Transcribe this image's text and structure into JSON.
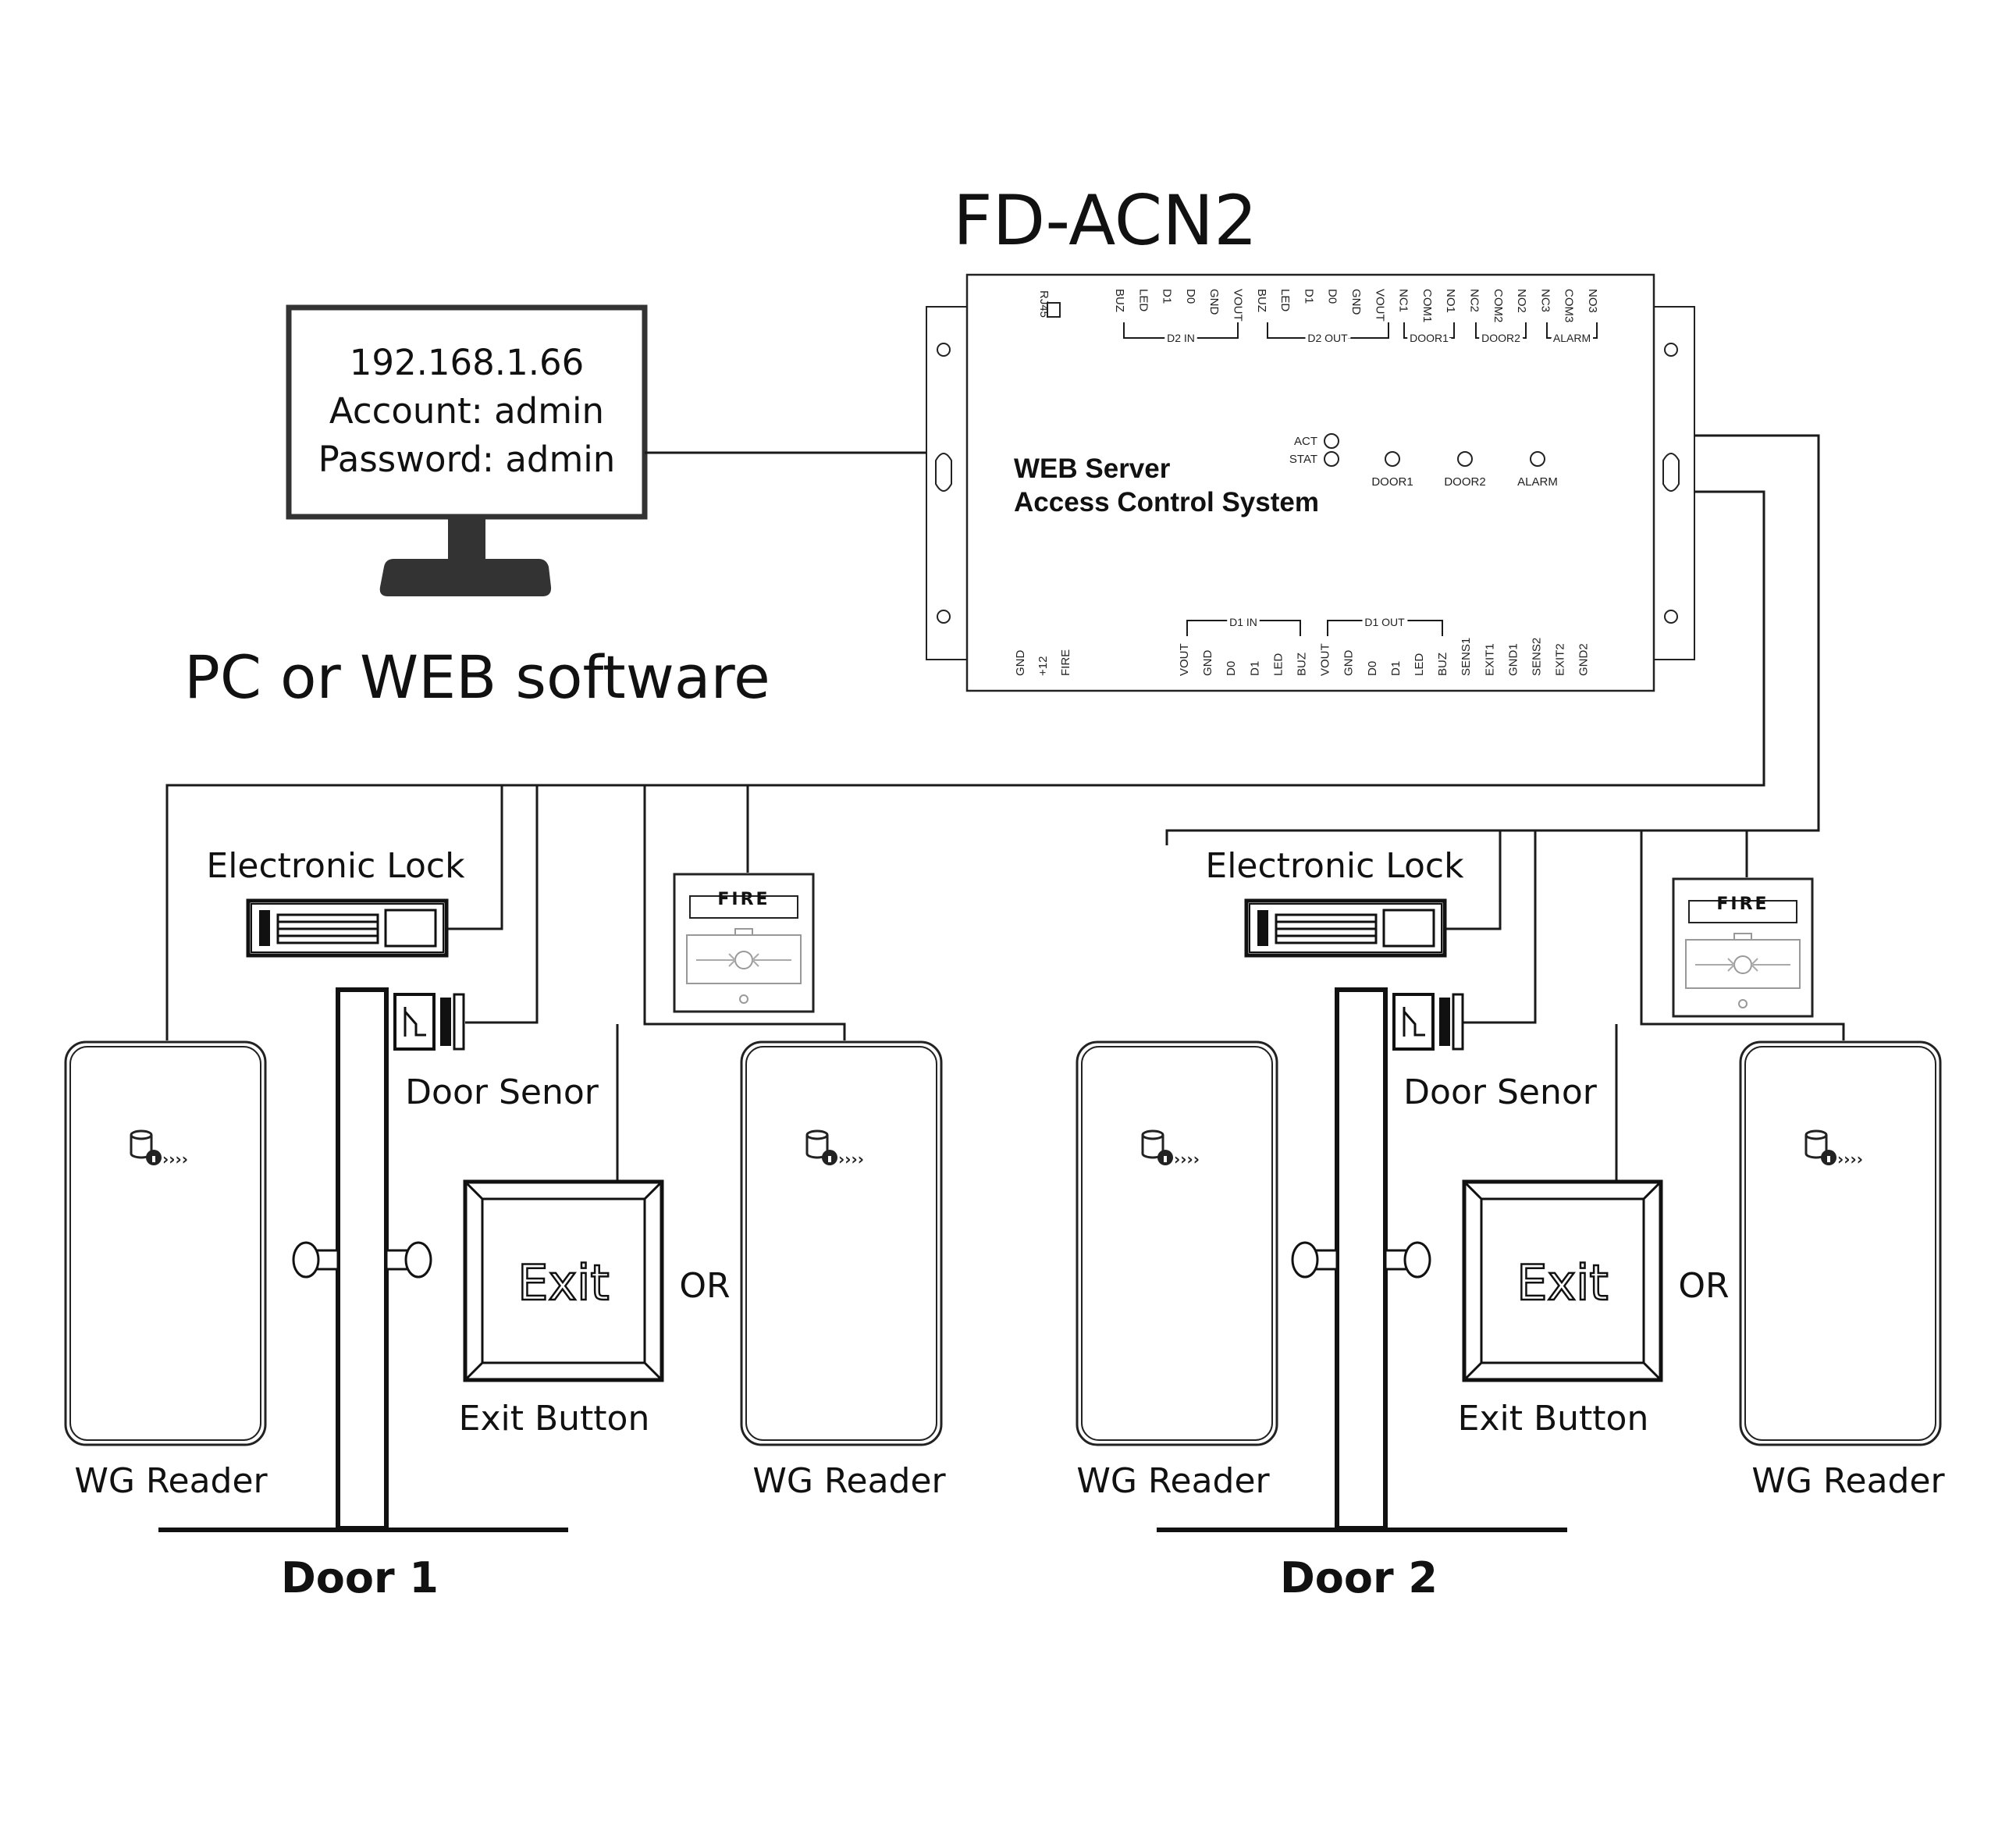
{
  "controller": {
    "model": "FD-ACN2",
    "subtitle_line1": "WEB Server",
    "subtitle_line2": "Access Control System",
    "rj45": "RJ45",
    "indicators": {
      "act": "ACT",
      "stat": "STAT",
      "door1": "DOOR1",
      "door2": "DOOR2",
      "alarm": "ALARM"
    },
    "top_pins": [
      "BUZ",
      "LED",
      "D1",
      "D0",
      "GND",
      "VOUT",
      "BUZ",
      "LED",
      "D1",
      "D0",
      "GND",
      "VOUT",
      "NC1",
      "COM1",
      "NO1",
      "NC2",
      "COM2",
      "NO2",
      "NC3",
      "COM3",
      "NO3"
    ],
    "top_groups": {
      "d2_in": "D2 IN",
      "d2_out": "D2 OUT",
      "door1": "DOOR1",
      "door2": "DOOR2",
      "alarm": "ALARM"
    },
    "bottom_pins_power": [
      "GND",
      "+12",
      "FIRE"
    ],
    "bottom_pins": [
      "VOUT",
      "GND",
      "D0",
      "D1",
      "LED",
      "BUZ",
      "VOUT",
      "GND",
      "D0",
      "D1",
      "LED",
      "BUZ",
      "SENS1",
      "EXIT1",
      "GND1",
      "SENS2",
      "EXIT2",
      "GND2"
    ],
    "bottom_groups": {
      "d1_in": "D1 IN",
      "d1_out": "D1 OUT"
    }
  },
  "pc": {
    "ip": "192.168.1.66",
    "account": "Account: admin",
    "password": "Password: admin",
    "caption": "PC or WEB software"
  },
  "doors": [
    {
      "title": "Door 1",
      "lock_label": "Electronic Lock",
      "sensor_label": "Door Senor",
      "fire_label": "FIRE",
      "exit_text": "Exit",
      "exit_label": "Exit Button",
      "or_label": "OR",
      "reader_left": "WG Reader",
      "reader_right": "WG Reader"
    },
    {
      "title": "Door 2",
      "lock_label": "Electronic Lock",
      "sensor_label": "Door Senor",
      "fire_label": "FIRE",
      "exit_text": "Exit",
      "exit_label": "Exit Button",
      "or_label": "OR",
      "reader_left": "WG Reader",
      "reader_right": "WG Reader"
    }
  ]
}
